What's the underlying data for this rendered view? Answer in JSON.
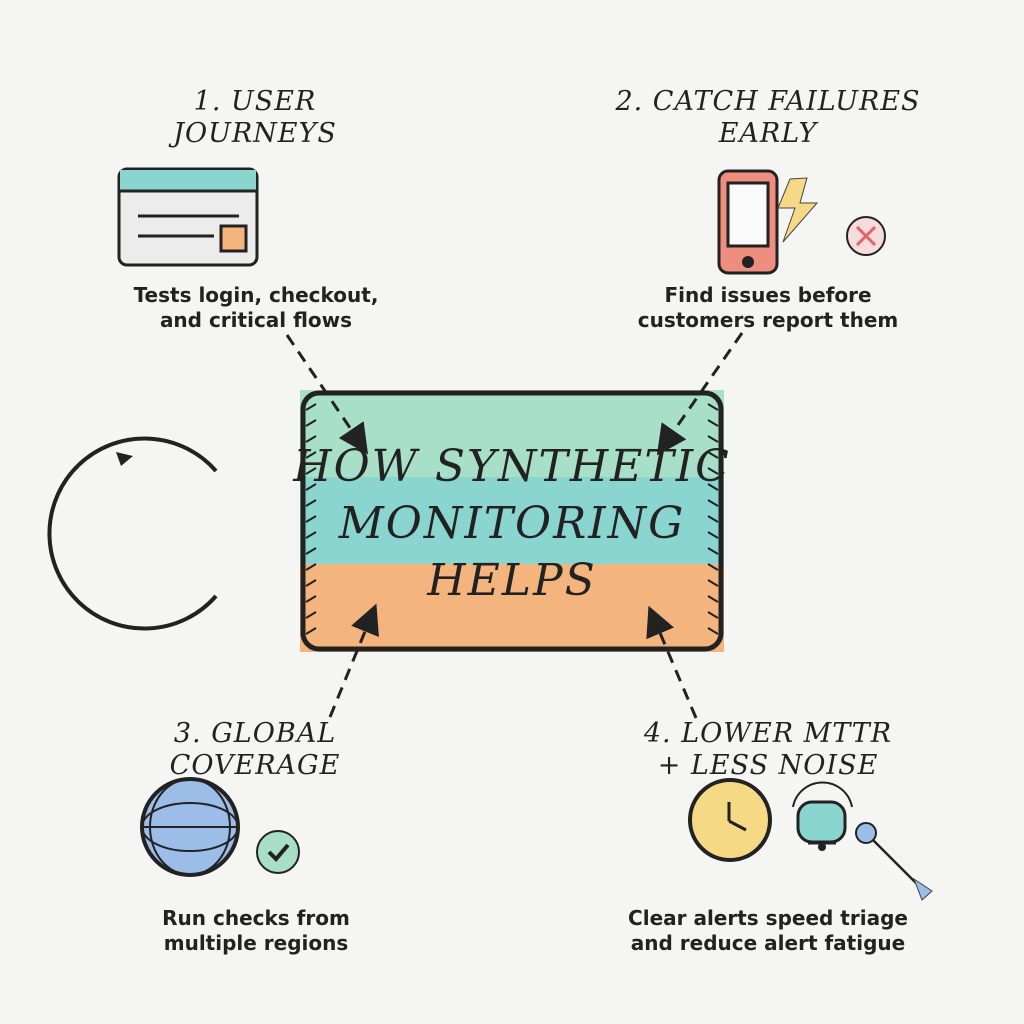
{
  "title": {
    "lines": [
      "How synthetic",
      "monitoring",
      "helps"
    ]
  },
  "colors": {
    "background": "#f5f5f3",
    "band_top": "#a8dfc8",
    "band_mid": "#8ad5cf",
    "band_bottom": "#f3b47e",
    "outline": "#222222",
    "phone": "#ef8e7e",
    "lightning": "#f5d985",
    "error_bg": "#f7dcdc",
    "error_x": "#e06464",
    "globe": "#9bbde8",
    "check_bg": "#a8dfc8",
    "clock": "#f5d985",
    "bell": "#8ad5cf",
    "browser_bar": "#8ad5cf",
    "browser_button": "#f3b47e"
  },
  "steps": [
    {
      "heading_lines": [
        "1. User",
        "Journeys"
      ],
      "description_lines": [
        "Tests login, checkout,",
        "and critical flows"
      ],
      "icons": [
        "browser-window-icon"
      ]
    },
    {
      "heading_lines": [
        "2. Catch failures",
        "early"
      ],
      "description_lines": [
        "Find issues before",
        "customers report them"
      ],
      "icons": [
        "phone-icon",
        "lightning-icon",
        "error-x-icon"
      ]
    },
    {
      "heading_lines": [
        "3. Global",
        "coverage"
      ],
      "description_lines": [
        "Run checks from",
        "multiple regions"
      ],
      "icons": [
        "globe-icon",
        "checkmark-icon"
      ]
    },
    {
      "heading_lines": [
        "4. Lower MTTR",
        "+ less noise"
      ],
      "description_lines": [
        "Clear alerts speed triage",
        "and reduce alert fatigue"
      ],
      "icons": [
        "clock-icon",
        "bell-icon",
        "pin-icon"
      ]
    }
  ],
  "decorations": [
    "cycle-arrow-icon"
  ]
}
